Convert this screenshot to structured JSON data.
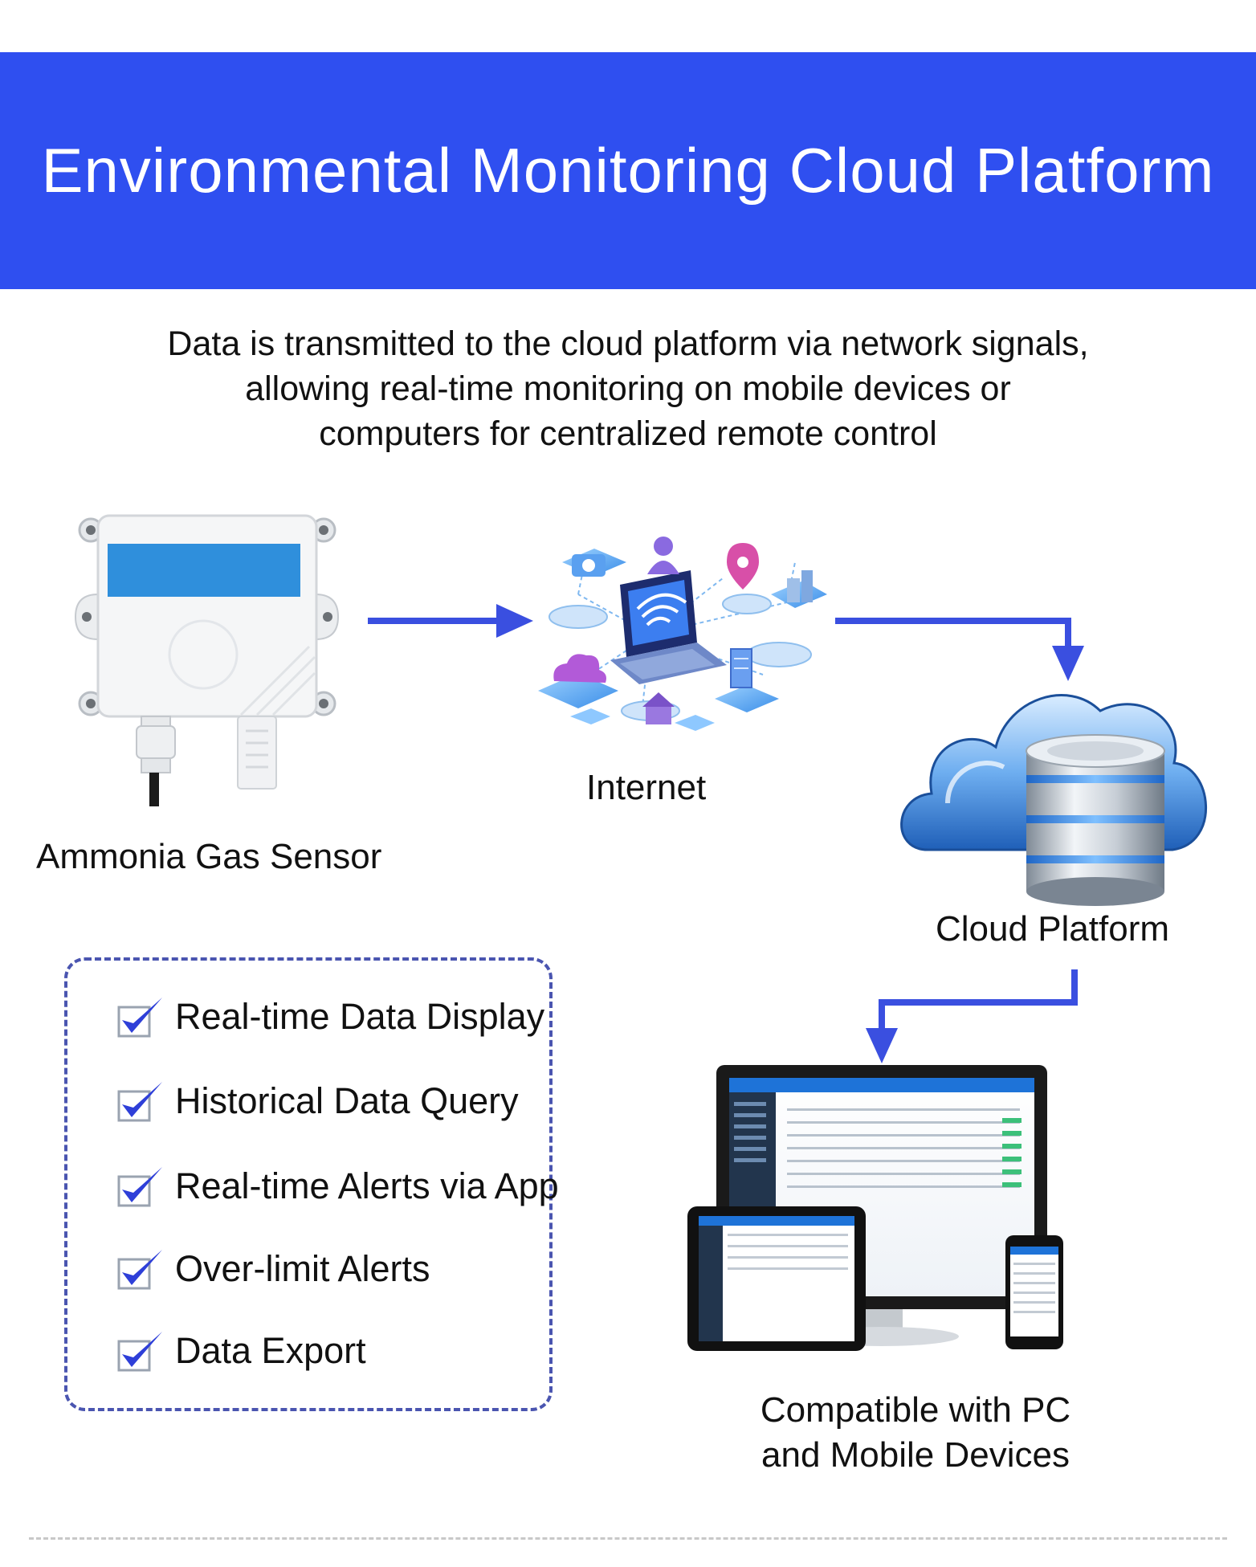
{
  "header": {
    "title": "Environmental Monitoring Cloud Platform"
  },
  "intro": {
    "lines": [
      "Data is transmitted to the cloud platform via network signals,",
      "allowing real-time monitoring on mobile devices or",
      "computers for centralized remote control"
    ]
  },
  "nodes": {
    "sensor": "Ammonia Gas Sensor",
    "internet": "Internet",
    "cloud": "Cloud Platform",
    "devices": [
      "Compatible with PC",
      "and Mobile Devices"
    ]
  },
  "features": [
    "Real-time Data Display",
    "Historical Data Query",
    "Real-time Alerts via App",
    "Over-limit Alerts",
    "Data Export"
  ],
  "colors": {
    "banner": "#2f4ff0",
    "arrow": "#3a4fe0",
    "check": "#2e3fd8",
    "sensor_panel": "#2f8fdc",
    "dashed_border": "#4a55b0"
  }
}
